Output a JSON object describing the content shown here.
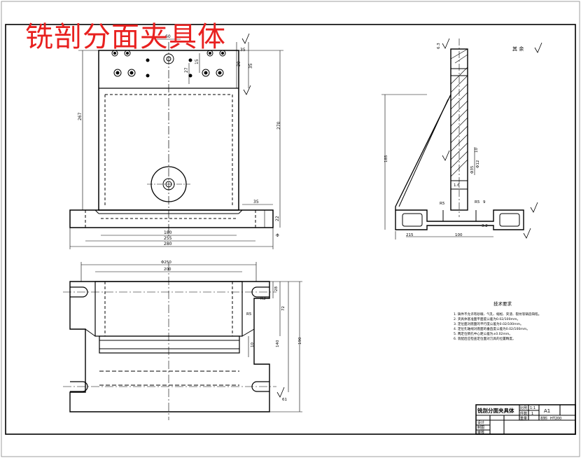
{
  "title_overlay": "铣剖分面夹具体",
  "dimensions": {
    "front_view": {
      "top_width": "60",
      "h270": "270",
      "h267": "267",
      "v35_a": "35",
      "v35_b": "35",
      "v20": "20",
      "v15": "15",
      "v27": "27",
      "base_35": "35",
      "base_22": "22",
      "w180": "180",
      "w255": "255",
      "w280": "280",
      "phi": "Φ"
    },
    "side_view": {
      "h185": "185",
      "w100": "100",
      "r5": "R5",
      "r5_b": "R5",
      "v9": "9",
      "phi12": "Φ12",
      "phi35": "Φ35",
      "v10": "10",
      "w215": "215"
    },
    "plan_view": {
      "w250": "Φ250",
      "w200": "200",
      "r3": "R3",
      "r5": "R5",
      "v28": "28",
      "v72": "72",
      "v10": "10",
      "v140": "140",
      "v190": "190",
      "v61": "61"
    }
  },
  "roughness": {
    "rest": "其 余",
    "ra": "6.3",
    "ra_b": "3.2",
    "ra_c": "1.6"
  },
  "tech_req": {
    "heading": "技术要求",
    "items": [
      "1. 铸件不允许有砂眼、气孔、缩松、夹渣、裂纹等铸造缺陷。",
      "2. 夹具体基准面平面度公差为0.02/100mm。",
      "3. 定位面对底面的平行度公差为0.02/100mm。",
      "4. 定位孔轴线对底面的垂直度公差为0.02/100mm。",
      "5. 两定位销孔中心距公差为±0.02mm。",
      "6. 装配后应检查定位面对刀具的位置精度。"
    ]
  },
  "title_block": {
    "name": "铣剖分面夹具体",
    "scale_label": "比例",
    "scale": "1:1",
    "count_label": "件数",
    "count": "1",
    "sheet": "A1",
    "weight_label": "重量",
    "material": "HT200",
    "material_label": "材料",
    "designer": "设计",
    "drafter": "制图",
    "checker": "审核"
  }
}
